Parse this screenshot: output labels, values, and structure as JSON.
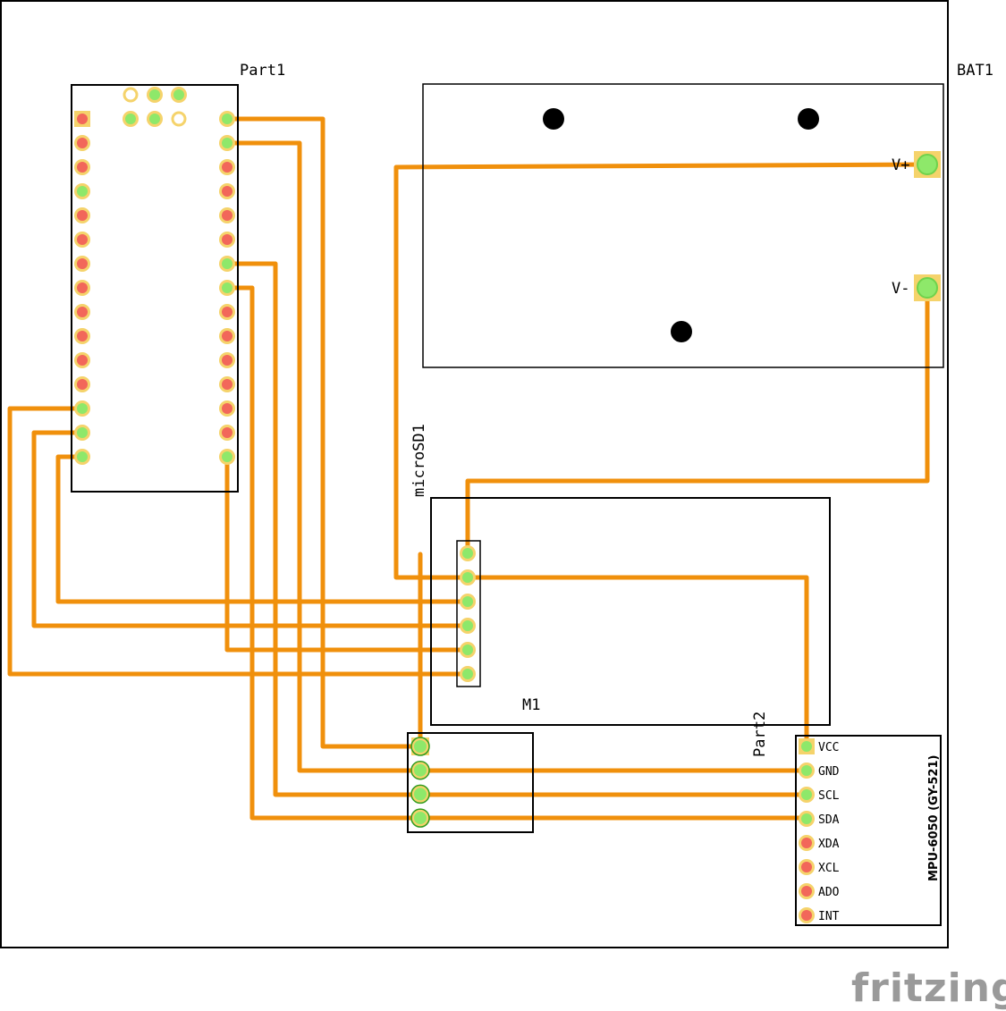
{
  "labels": {
    "part1": "Part1",
    "bat1": "BAT1",
    "microsd1": "microSD1",
    "m1": "M1",
    "part2": "Part2",
    "mpu_title": "MPU-6050 (GY-521)",
    "bat_vplus": "V+",
    "bat_vminus": "V-",
    "mpu_pins": [
      "VCC",
      "GND",
      "SCL",
      "SDA",
      "XDA",
      "XCL",
      "ADO",
      "INT"
    ],
    "brand": "fritzing"
  },
  "colors": {
    "trace": "#f0900c",
    "pad_ring": "#f5d36b",
    "pad_connected": "#8ee86a",
    "pad_unconnected": "#f2675a",
    "outline": "#000000",
    "brand": "#9a9a9a"
  }
}
